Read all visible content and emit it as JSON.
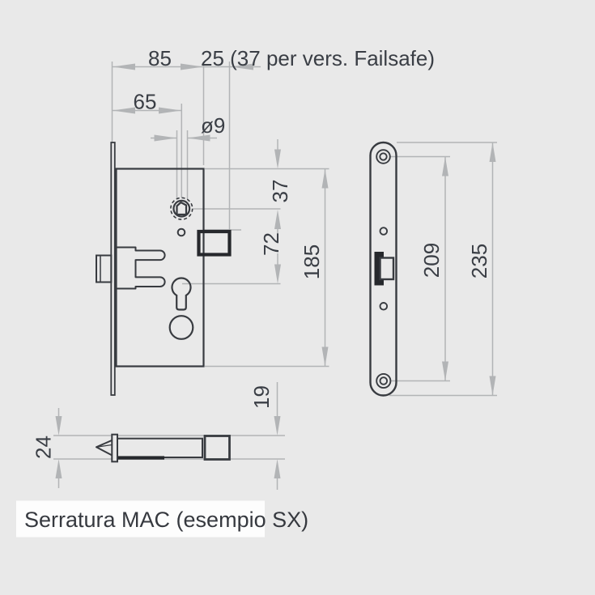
{
  "diagram": {
    "caption": "Serratura MAC (esempio SX)",
    "dimensions": {
      "backset_85": "85",
      "bolt_projection_25": "25 (37 per vers. Failsafe)",
      "backset_65": "65",
      "follower_diameter_9": "ø9",
      "top_to_follower_37": "37",
      "follower_to_cylinder_72": "72",
      "body_height_185": "185",
      "screw_centers_209": "209",
      "faceplate_height_235": "235",
      "bolt_height_19": "19",
      "latch_height_24": "24"
    },
    "colors": {
      "background": "#e9e9e9",
      "line_dark": "#383b40",
      "line_bold": "#26282c",
      "dimension_gray": "#b2b4b6",
      "text": "#3a3e45",
      "caption_bg": "#fdfdfd"
    }
  }
}
